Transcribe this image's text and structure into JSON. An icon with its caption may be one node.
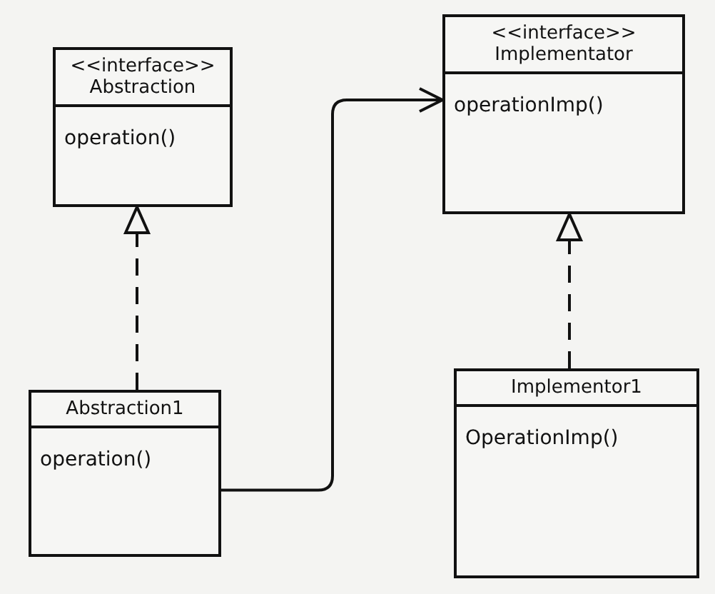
{
  "diagram": {
    "nodes": [
      {
        "text": [
          "<<interface>> Abstraction",
          "operation()"
        ]
      },
      {
        "text": [
          "<<interface>> Implementator",
          "operationImp()"
        ]
      },
      {
        "text": [
          "Abstraction1",
          "operation()"
        ]
      },
      {
        "text": [
          "Implementor1",
          "OperationImp()"
        ]
      }
    ],
    "edges": [
      {
        "from": 2,
        "to": 0,
        "arrow": "to",
        "style": "dashed"
      },
      {
        "from": 3,
        "to": 1,
        "arrow": "to",
        "style": "dashed"
      },
      {
        "from": 2,
        "to": 1,
        "arrow": "to"
      }
    ]
  }
}
